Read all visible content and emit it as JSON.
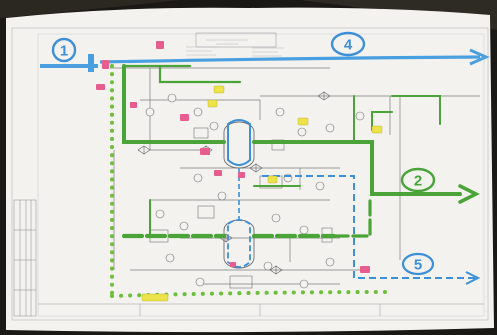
{
  "drawing": {
    "callouts": [
      {
        "id": "1",
        "label": "1",
        "color": "#3c8fd8"
      },
      {
        "id": "4",
        "label": "4",
        "color": "#3c8fd8"
      },
      {
        "id": "2",
        "label": "2",
        "color": "#48a338"
      },
      {
        "id": "5",
        "label": "5",
        "color": "#3c8fd8"
      }
    ]
  },
  "colors": {
    "paper": "#f3f2ee",
    "backdrop": "#1b1916",
    "blue_line": "#4a9fe0",
    "green_line": "#4aa437",
    "dotted_green": "#6cbf3a",
    "dashed_blue": "#3c8fd8",
    "linework": "#7d7d80",
    "highlight_pink": "#e85d8f",
    "highlight_yellow": "#ece24a"
  }
}
